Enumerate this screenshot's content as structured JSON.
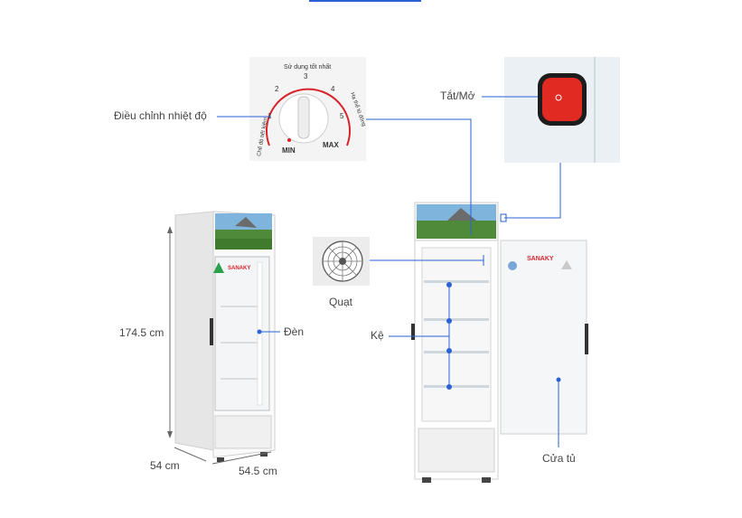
{
  "labels": {
    "temp": "Điều chỉnh nhiệt độ",
    "power": "Tắt/Mở",
    "fan": "Quạt",
    "light": "Đèn",
    "shelf": "Kệ",
    "door": "Cửa tủ"
  },
  "dimensions": {
    "height": "174.5 cm",
    "depth": "54 cm",
    "width": "54.5 cm"
  },
  "dial": {
    "top_text": "Sử dụng tốt nhất",
    "right_text": "Hạ thể tủ đông",
    "left_text": "Chế độ tiết kiệm",
    "ticks": [
      "1",
      "2",
      "3",
      "4",
      "5"
    ],
    "min": "MIN",
    "max": "MAX"
  },
  "brand": "SANAKY",
  "colors": {
    "accent_line": "#2a62d6",
    "dial_red": "#d8232a",
    "switch_red": "#e12a22"
  }
}
